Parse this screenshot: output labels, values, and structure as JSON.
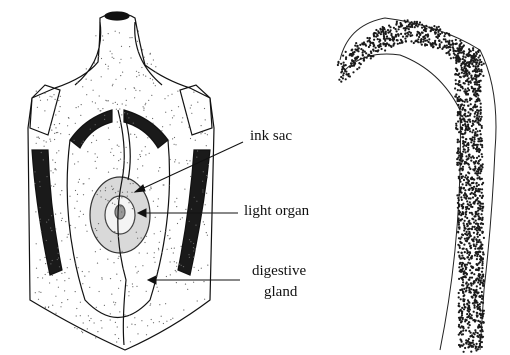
{
  "labels": {
    "ink_sac": "ink sac",
    "light_organ": "light organ",
    "digestive_gland_line1": "digestive",
    "digestive_gland_line2": "gland"
  },
  "colors": {
    "ink": "#111111",
    "stipple_dark": "#1a1a1a",
    "stipple_light": "#666666",
    "paper": "#ffffff"
  }
}
